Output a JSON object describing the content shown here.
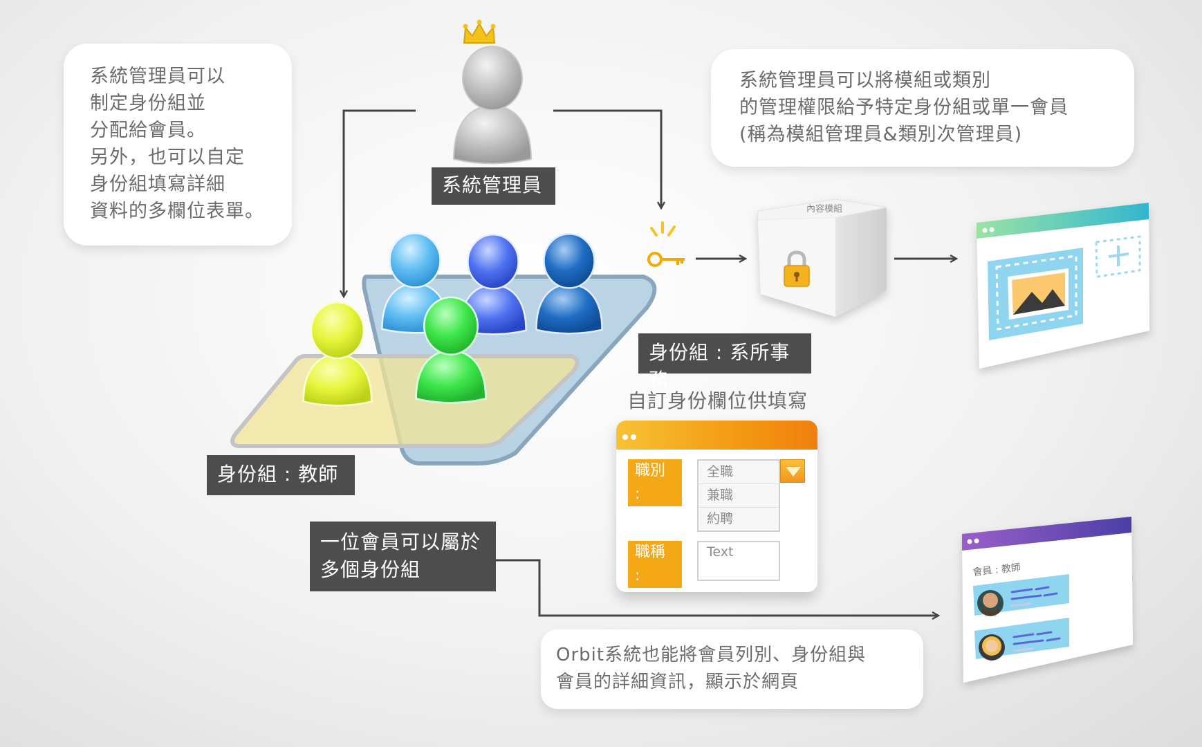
{
  "bubble_admin_groups": {
    "lines": [
      "系統管理員可以",
      "制定身份組並",
      "分配給會員。",
      "另外，也可以自定",
      "身份組填寫詳細",
      "資料的多欄位表單。"
    ]
  },
  "bubble_permissions": {
    "lines": [
      "系統管理員可以將模組或類別",
      "的管理權限給予特定身份組或單一會員",
      "(稱為模組管理員&類別次管理員)"
    ]
  },
  "bubble_orbit": {
    "lines": [
      "Orbit系統也能將會員列別、身份組與",
      "會員的詳細資訊，顯示於網頁"
    ]
  },
  "labels": {
    "sysadmin": "系統管理員",
    "group_affairs": "身份組 : 系所事務",
    "group_teacher": "身份組 : 教師",
    "member_multi": [
      "一位會員可以屬於",
      "多個身份組"
    ],
    "custom_fields_caption": "自訂身份欄位供填寫",
    "content_module": "內容模組",
    "member_panel_title": "會員 : 教師"
  },
  "form": {
    "job_type_label": "職別 :",
    "job_type_options": [
      "全職",
      "兼職",
      "約聘"
    ],
    "job_title_label": "職稱 :",
    "job_title_placeholder": "Text"
  },
  "icons": [
    "crown-icon",
    "admin-avatar-icon",
    "group-member-icon",
    "key-icon",
    "lock-icon",
    "content-box-icon",
    "image-icon",
    "add-icon",
    "dropdown-arrow-icon",
    "member-avatar-icon"
  ],
  "colors": {
    "dark_label": "#4d4d4d",
    "accent_orange": "#f39a12",
    "teacher_zone": "#f4e7a6",
    "affairs_zone": "#aecbe1",
    "window_header_teal": "#5cc3c8",
    "window_header_purple": "#6a4fb3"
  }
}
